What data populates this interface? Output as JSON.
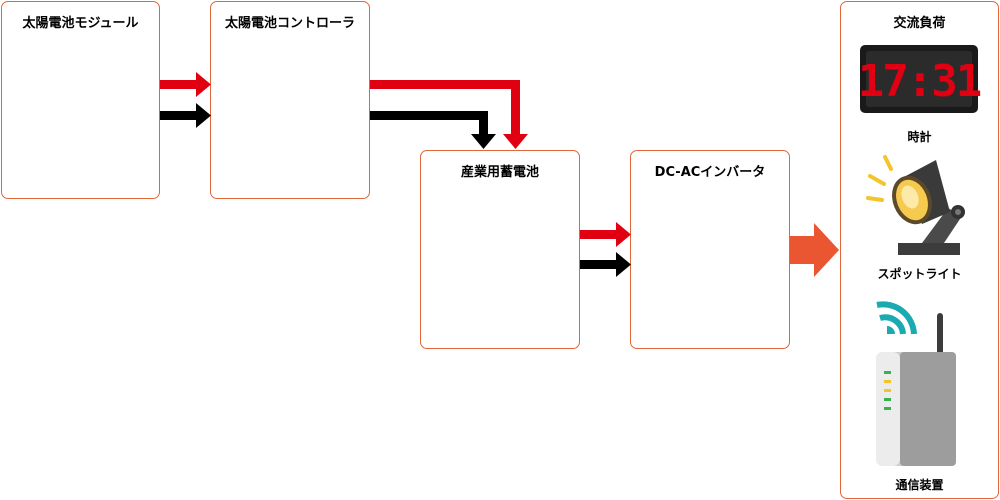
{
  "nodes": {
    "solar_module": "太陽電池モジュール",
    "controller": "太陽電池コントローラ",
    "battery": "産業用蓄電池",
    "inverter": "DC-ACインバータ",
    "ac_load": "交流負荷"
  },
  "devices": {
    "clock": {
      "label": "時計",
      "display": "17:31",
      "icon": "clock-icon"
    },
    "spotlight": {
      "label": "スポットライト",
      "icon": "spotlight-icon"
    },
    "network": {
      "label": "通信装置",
      "icon": "router-icon"
    }
  },
  "colors": {
    "box_border": "#e0673a",
    "positive_line": "#e00012",
    "negative_line": "#000000",
    "ac_arrow": "#ea5532",
    "wifi": "#1aaab2"
  }
}
